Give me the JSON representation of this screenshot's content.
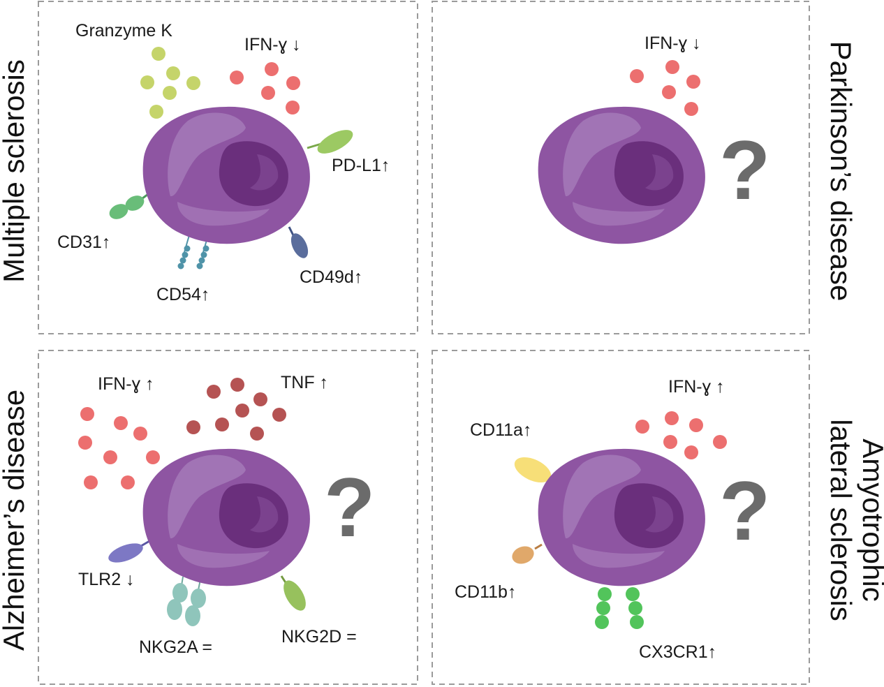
{
  "colors": {
    "cell_body": "#8e55a2",
    "cell_nucleus": "#6a2f7c",
    "cell_highlight": "#a57ab8",
    "ifn_gamma": "#ec6f6f",
    "granzyme_k": "#c5d46a",
    "tnf": "#b55353",
    "pd_l1": "#9cc963",
    "cd31": "#69bd79",
    "cd54": "#4f93a8",
    "cd49d": "#5a6d9c",
    "tlr2": "#7d78c4",
    "nkg2a": "#8fc5bb",
    "nkg2d": "#97c15d",
    "cd11a": "#f7df78",
    "cd11b": "#e0a86a",
    "cx3cr1": "#52c45b",
    "question_mark": "#6b6b6b",
    "panel_border": "#9a9a9a"
  },
  "panels": {
    "ms": {
      "disease_label": "Multiple sclerosis",
      "granzyme_label": "Granzyme K",
      "ifn_label": "IFN-ɣ ↓",
      "pdl1_label": "PD-L1↑",
      "cd31_label": "CD31↑",
      "cd54_label": "CD54↑",
      "cd49d_label": "CD49d↑"
    },
    "pd": {
      "disease_label": "Parkinson’s disease",
      "ifn_label": "IFN-ɣ ↓",
      "unknown_mark": "?"
    },
    "ad": {
      "disease_label": "Alzheimer’s disease",
      "ifn_label": "IFN-ɣ ↑",
      "tnf_label": "TNF ↑",
      "tlr2_label": "TLR2 ↓",
      "nkg2a_label": "NKG2A =",
      "nkg2d_label": "NKG2D =",
      "unknown_mark": "?"
    },
    "als": {
      "disease_label_line1": "Amyotrophic",
      "disease_label_line2": "lateral sclerosis",
      "ifn_label": "IFN-ɣ ↑",
      "cd11a_label": "CD11a↑",
      "cd11b_label": "CD11b↑",
      "cx3cr1_label": "CX3CR1↑",
      "unknown_mark": "?"
    }
  }
}
